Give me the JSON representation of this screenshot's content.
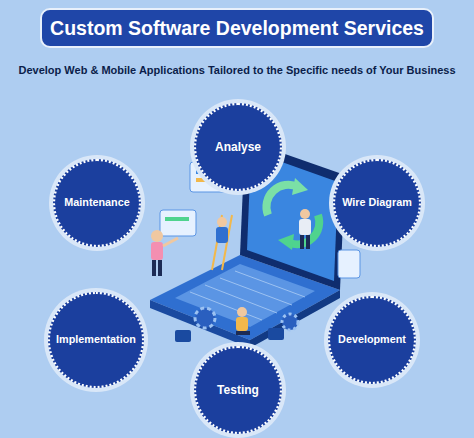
{
  "diagram": {
    "title": "Custom Software Development Services",
    "nodes": [
      {
        "text": [
          "Analyse"
        ]
      },
      {
        "text": [
          "Maintenance"
        ]
      },
      {
        "text": [
          "Wire Diagram"
        ]
      },
      {
        "text": [
          "Implementation"
        ]
      },
      {
        "text": [
          "Development"
        ]
      },
      {
        "text": [
          "Testing"
        ]
      }
    ],
    "labels": [
      "Develop Web & Mobile Applications Tailored to the Specific needs of Your Business"
    ]
  }
}
